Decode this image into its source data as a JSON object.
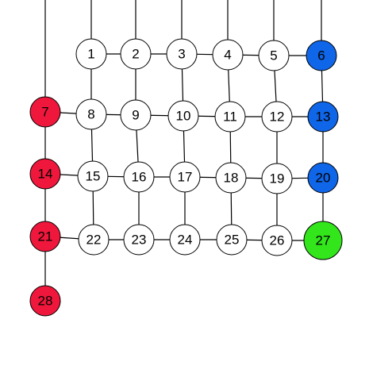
{
  "colors": {
    "default": "#ffffff",
    "red": "#f0173c",
    "blue": "#0f66e8",
    "green": "#33e61c"
  },
  "nodes": [
    {
      "id": 1,
      "label": "1",
      "color": "default"
    },
    {
      "id": 2,
      "label": "2",
      "color": "default"
    },
    {
      "id": 3,
      "label": "3",
      "color": "default"
    },
    {
      "id": 4,
      "label": "4",
      "color": "default"
    },
    {
      "id": 5,
      "label": "5",
      "color": "default"
    },
    {
      "id": 6,
      "label": "6",
      "color": "blue"
    },
    {
      "id": 7,
      "label": "7",
      "color": "red"
    },
    {
      "id": 8,
      "label": "8",
      "color": "default"
    },
    {
      "id": 9,
      "label": "9",
      "color": "default"
    },
    {
      "id": 10,
      "label": "10",
      "color": "default"
    },
    {
      "id": 11,
      "label": "11",
      "color": "default"
    },
    {
      "id": 12,
      "label": "12",
      "color": "default"
    },
    {
      "id": 13,
      "label": "13",
      "color": "blue"
    },
    {
      "id": 14,
      "label": "14",
      "color": "red"
    },
    {
      "id": 15,
      "label": "15",
      "color": "default"
    },
    {
      "id": 16,
      "label": "16",
      "color": "default"
    },
    {
      "id": 17,
      "label": "17",
      "color": "default"
    },
    {
      "id": 18,
      "label": "18",
      "color": "default"
    },
    {
      "id": 19,
      "label": "19",
      "color": "default"
    },
    {
      "id": 20,
      "label": "20",
      "color": "blue"
    },
    {
      "id": 21,
      "label": "21",
      "color": "red"
    },
    {
      "id": 22,
      "label": "22",
      "color": "default"
    },
    {
      "id": 23,
      "label": "23",
      "color": "default"
    },
    {
      "id": 24,
      "label": "24",
      "color": "default"
    },
    {
      "id": 25,
      "label": "25",
      "color": "default"
    },
    {
      "id": 26,
      "label": "26",
      "color": "default"
    },
    {
      "id": 27,
      "label": "27",
      "color": "green"
    },
    {
      "id": 28,
      "label": "28",
      "color": "red"
    }
  ],
  "edges": [
    [
      1,
      2
    ],
    [
      2,
      3
    ],
    [
      3,
      4
    ],
    [
      4,
      5
    ],
    [
      5,
      6
    ],
    [
      7,
      8
    ],
    [
      8,
      9
    ],
    [
      9,
      10
    ],
    [
      10,
      11
    ],
    [
      11,
      12
    ],
    [
      12,
      13
    ],
    [
      14,
      15
    ],
    [
      15,
      16
    ],
    [
      16,
      17
    ],
    [
      17,
      18
    ],
    [
      18,
      19
    ],
    [
      19,
      20
    ],
    [
      21,
      22
    ],
    [
      22,
      23
    ],
    [
      23,
      24
    ],
    [
      24,
      25
    ],
    [
      25,
      26
    ],
    [
      26,
      27
    ],
    [
      1,
      8
    ],
    [
      2,
      9
    ],
    [
      3,
      10
    ],
    [
      4,
      11
    ],
    [
      5,
      12
    ],
    [
      6,
      13
    ],
    [
      8,
      15
    ],
    [
      9,
      16
    ],
    [
      10,
      17
    ],
    [
      11,
      18
    ],
    [
      12,
      19
    ],
    [
      13,
      20
    ],
    [
      15,
      22
    ],
    [
      16,
      23
    ],
    [
      17,
      24
    ],
    [
      18,
      25
    ],
    [
      19,
      26
    ],
    [
      20,
      27
    ],
    [
      7,
      14
    ],
    [
      14,
      21
    ],
    [
      21,
      28
    ]
  ],
  "open_edges": [
    1,
    2,
    3,
    4,
    5,
    6,
    7
  ]
}
